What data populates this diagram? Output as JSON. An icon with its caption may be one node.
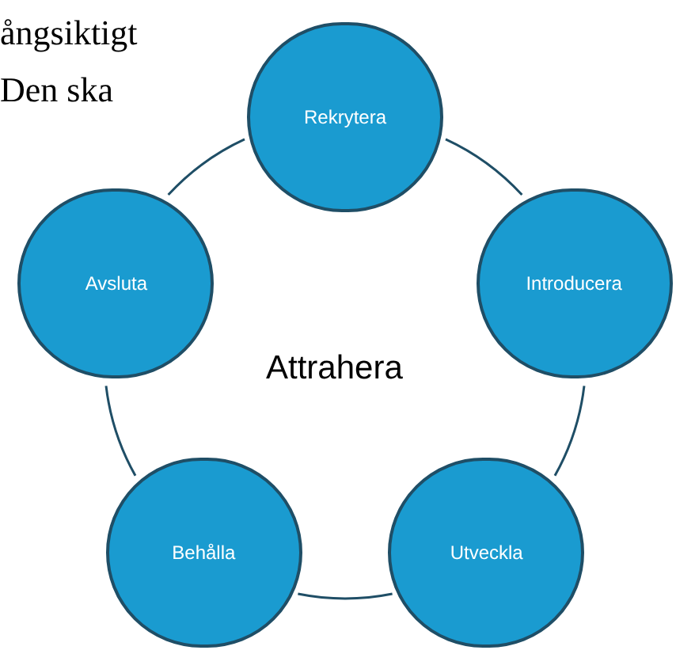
{
  "diagram": {
    "nodes": [
      {
        "text": [
          "Rekrytera"
        ]
      },
      {
        "text": [
          "Introducera"
        ]
      },
      {
        "text": [
          "Utveckla"
        ]
      },
      {
        "text": [
          "Behålla"
        ]
      },
      {
        "text": [
          "Avsluta"
        ]
      }
    ],
    "edges": [
      {
        "from": 0,
        "to": 1,
        "arrow": "none"
      },
      {
        "from": 1,
        "to": 2,
        "arrow": "none"
      },
      {
        "from": 2,
        "to": 3,
        "arrow": "none"
      },
      {
        "from": 3,
        "to": 4,
        "arrow": "none"
      },
      {
        "from": 4,
        "to": 0,
        "arrow": "none"
      }
    ],
    "labels": [
      "ångsiktigt",
      "Den ska",
      "Attrahera"
    ]
  }
}
